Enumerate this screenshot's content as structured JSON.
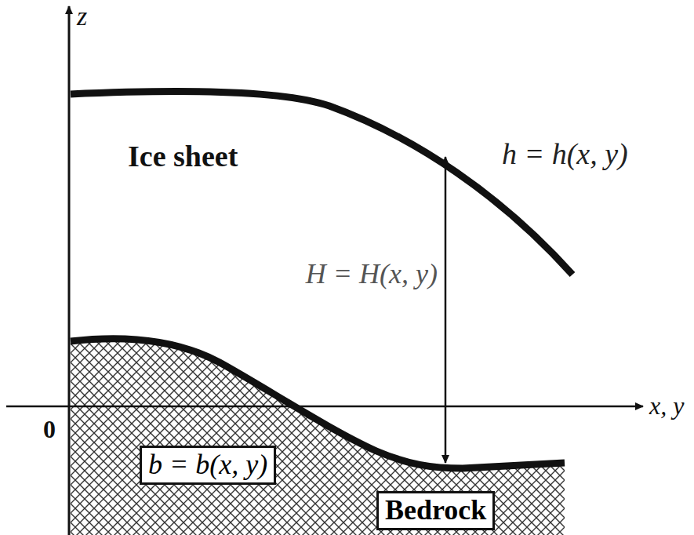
{
  "diagram": {
    "nodes": [
      {
        "text": [
          "b = b(x, y)"
        ]
      },
      {
        "text": [
          "Bedrock"
        ]
      }
    ],
    "labels": [
      "z",
      "Ice sheet",
      "h = h(x, y)",
      "H = H(x, y)",
      "x, y",
      "0"
    ]
  }
}
